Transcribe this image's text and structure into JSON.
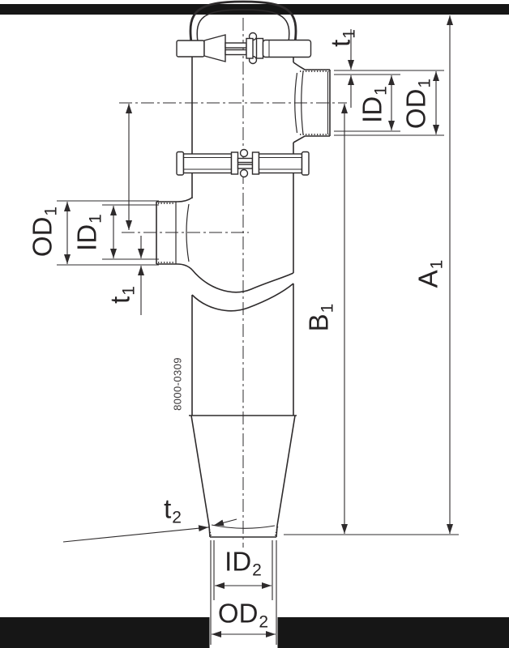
{
  "drawing": {
    "type": "technical-dimension-drawing",
    "part_number": "8000-0309",
    "labels": {
      "t1_top": {
        "base": "t",
        "sub": "1"
      },
      "id1_right": {
        "base": "ID",
        "sub": "1"
      },
      "od1_right": {
        "base": "OD",
        "sub": "1"
      },
      "a1": {
        "base": "A",
        "sub": "1"
      },
      "b1": {
        "base": "B",
        "sub": "1"
      },
      "od1_left": {
        "base": "OD",
        "sub": "1"
      },
      "id1_left": {
        "base": "ID",
        "sub": "1"
      },
      "t1_left": {
        "base": "t",
        "sub": "1"
      },
      "t2": {
        "base": "t",
        "sub": "2"
      },
      "id2": {
        "base": "ID",
        "sub": "2"
      },
      "od2": {
        "base": "OD",
        "sub": "2"
      }
    },
    "colors": {
      "line": "#2e2b2c",
      "bar": "#161616",
      "background": "#ffffff"
    }
  }
}
